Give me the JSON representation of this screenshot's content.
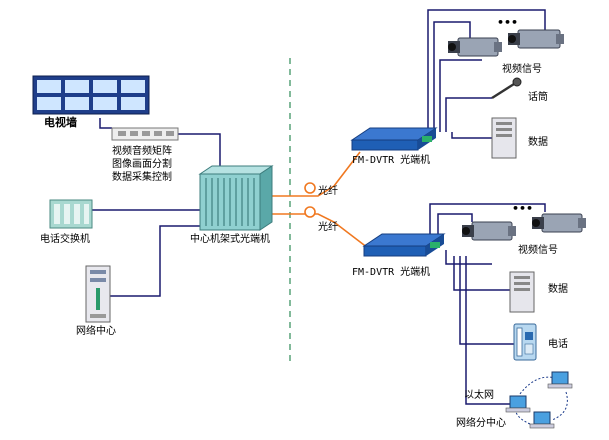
{
  "labels": {
    "tv_wall": "电视墙",
    "matrix_line1": "视频音频矩阵",
    "matrix_line2": "图像画面分割",
    "matrix_line3": "数据采集控制",
    "phone_exchange": "电话交换机",
    "network_center": "网络中心",
    "central_rack": "中心机架式光端机",
    "fiber_top": "光纤",
    "fiber_bottom": "光纤",
    "optical_top": "FM-DVTR 光端机",
    "optical_bottom": "FM-DVTR 光端机",
    "video_signal_top": "视频信号",
    "microphone": "话筒",
    "data_top": "数据",
    "video_signal_bottom": "视频信号",
    "data_bottom": "数据",
    "phone": "电话",
    "ethernet": "以太网",
    "network_branch": "网络分中心",
    "dots_top": "•••",
    "dots_bottom": "•••"
  },
  "colors": {
    "line": "#1a1a6e",
    "fiber": "#f07820",
    "divider": "#2e8b57",
    "device_blue": "#1f5fb5",
    "rack_teal": "#7ec8c8"
  }
}
